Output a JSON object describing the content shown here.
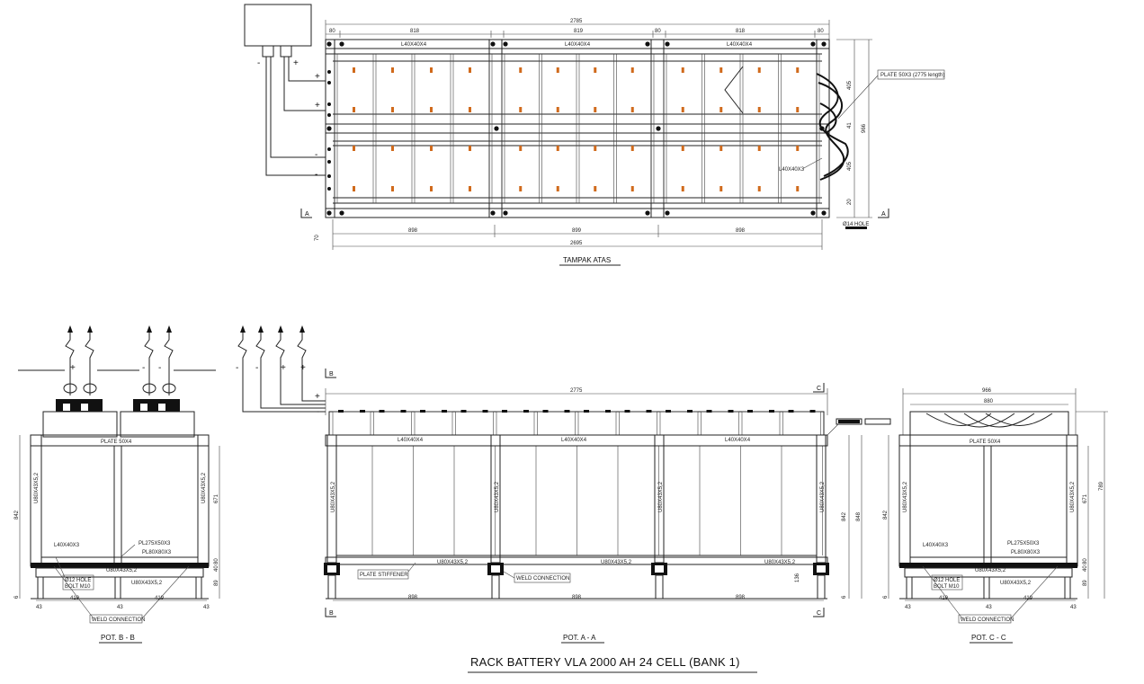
{
  "title": "RACK BATTERY VLA 2000 AH 24 CELL (BANK 1)",
  "top_view": {
    "label": "TAMPAK ATAS",
    "dim_overall": "2785",
    "dim_bottom_overall": "2695",
    "dims_top": [
      "80",
      "818",
      "819",
      "80",
      "818",
      "80"
    ],
    "dims_bottom": [
      "898",
      "899",
      "898"
    ],
    "angle_labels": [
      "L40X40X4",
      "L40X40X4",
      "L40X40X4"
    ],
    "dims_right": [
      "966",
      "405",
      "41",
      "405",
      "20"
    ],
    "plate_callout": "PLATE 50X3 (2775 length)",
    "angle_callout": "L40X40X3",
    "hole_callout": "Ø14 HOLE",
    "section_mark": "A",
    "dim_small": "70",
    "terminals": [
      "+",
      "+",
      "-",
      "-"
    ],
    "box_terminals": [
      "-",
      "+"
    ]
  },
  "section_b": {
    "label": "POT. B - B",
    "plate": "PLATE 50X4",
    "dim_height": "842",
    "dim_inner": "671",
    "channel_left": "U80X43X5,2",
    "channel_right": "U80X43X5,2",
    "angle": "L40X40X3",
    "plate_small": "PL275X50X3",
    "plate_small2": "PL80X80X3",
    "channel_bottom": "U80X43X5,2",
    "channel_bottom2": "U80X43X5,2",
    "bolt": "Ø12 HOLE",
    "bolt2": "BOLT M10",
    "weld": "WELD CONNECTION",
    "dims_bottom": [
      "43",
      "419",
      "43",
      "419",
      "43"
    ],
    "dims_side": [
      "6",
      "89",
      "40",
      "80"
    ],
    "terminals": [
      "+",
      "-",
      "-"
    ]
  },
  "section_a": {
    "label": "POT. A - A",
    "dim_overall": "2775",
    "angle_labels": [
      "L40X40X4",
      "L40X40X4",
      "L40X40X4"
    ],
    "channel_labels": [
      "U80X43X5,2",
      "U80X43X5,2",
      "U80X43X5,2",
      "U80X43X5,2"
    ],
    "bottom_channels": [
      "U80X43X5,2",
      "U80X43X5,2",
      "U80X43X5,2"
    ],
    "stiffener": "PLATE STIFFENER",
    "weld": "WELD CONNECTION",
    "dims_bottom": [
      "898",
      "898",
      "898"
    ],
    "dims_right": [
      "842",
      "848",
      "6"
    ],
    "dim_base": "136",
    "terminals": [
      "-",
      "-",
      "+",
      "+"
    ],
    "side_terminals": [
      "+",
      "-"
    ],
    "section_marks": [
      "B",
      "C"
    ]
  },
  "section_c": {
    "label": "POT. C - C",
    "dim_overall": "966",
    "dim_inner": "880",
    "plate": "PLATE 50X4",
    "dim_height": "842",
    "dim_inner_h": "671",
    "dim_total_h": "789",
    "angle": "L40X40X3",
    "plate_small": "PL275X50X3",
    "plate_small2": "PL80X80X3",
    "channel_bottom": "U80X43X5,2",
    "channel_bottom2": "U80X43X5,2",
    "bolt": "Ø12 HOLE",
    "bolt2": "BOLT M10",
    "weld": "WELD CONNECTION",
    "dims_bottom": [
      "43",
      "419",
      "43",
      "419",
      "43"
    ],
    "dims_side": [
      "6",
      "89",
      "40",
      "80"
    ],
    "channel_left": "U80X43X5,2",
    "channel_right": "U80X43X5,2"
  }
}
